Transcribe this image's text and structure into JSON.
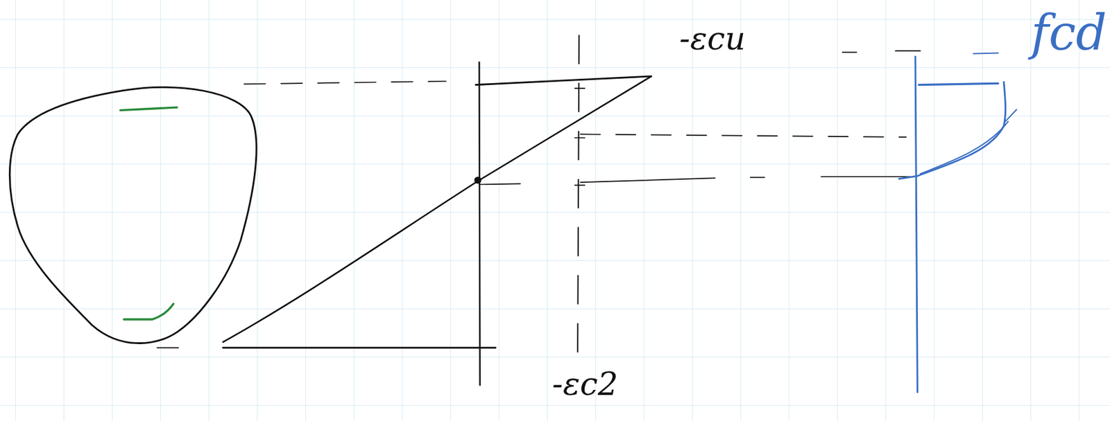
{
  "diagram": {
    "labels": [
      "-εcu",
      "-εc2",
      "fcd"
    ]
  }
}
